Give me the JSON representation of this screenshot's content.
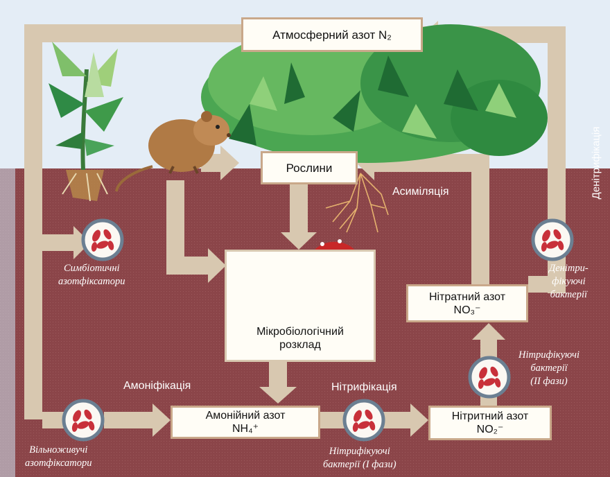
{
  "boxes": {
    "atmospheric": "Атмосферний азот N₂",
    "plants": "Рослини",
    "micro_line1": "Мікробіологічний",
    "micro_line2": "розклад",
    "ammonium_line1": "Амонійний азот",
    "ammonium_line2": "NH₄⁺",
    "nitrite_line1": "Нітритний азот",
    "nitrite_line2": "NO₂⁻",
    "nitrate_line1": "Нітратний азот",
    "nitrate_line2": "NO₃⁻"
  },
  "processes": {
    "assimilation": "Асиміляція",
    "ammonification": "Амоніфікація",
    "nitrification": "Нітрифікація",
    "denitrification": "Денітрифікація"
  },
  "organisms": {
    "symbiotic": [
      "Симбіотичні",
      "азотфіксатори"
    ],
    "free_living": [
      "Вільноживучі",
      "азотфіксатори"
    ],
    "denitrifying": [
      "Денітри-",
      "фікуючі",
      "бактерії"
    ],
    "nitrifying_2": [
      "Нітрифікуючі",
      "бактерії",
      "(ІІ фази)"
    ],
    "nitrifying_1": [
      "Нітрифікуючі",
      "бактерії (І фази)"
    ]
  },
  "colors": {
    "sky": "#e4edf6",
    "soil": "#8b4549",
    "arrow": "#d8c8b0",
    "box_border": "#c9a88a",
    "bacteria": "#c8303a",
    "foliage": "#3f9a4a"
  }
}
